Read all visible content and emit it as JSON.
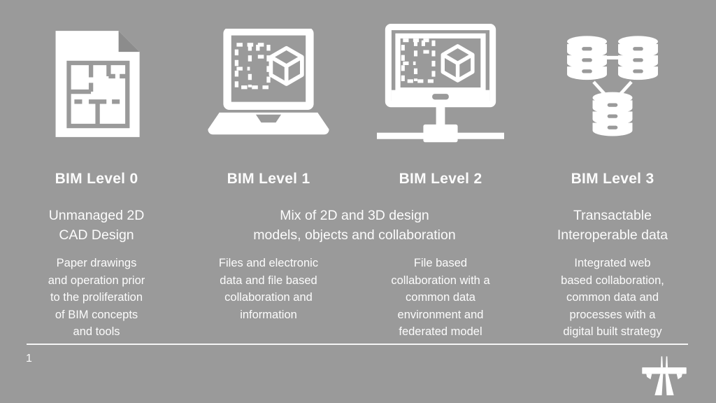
{
  "slide": {
    "background_color": "#9a9a9a",
    "text_color": "#ffffff"
  },
  "levels": [
    {
      "title": "BIM Level 0",
      "icon": "floor-plan-document-icon",
      "description": "Paper drawings\nand operation prior\nto the proliferation\nof BIM concepts\nand tools"
    },
    {
      "title": "BIM Level 1",
      "icon": "laptop-2d-3d-model-icon",
      "description": "Files and electronic\ndata and file based\ncollaboration and\ninformation"
    },
    {
      "title": "BIM Level 2",
      "icon": "networked-monitor-2d-3d-model-icon",
      "description": "File based\ncollaboration with a\ncommon data\nenvironment and\nfederated model"
    },
    {
      "title": "BIM Level 3",
      "icon": "linked-databases-icon",
      "description": "Integrated web\nbased collaboration,\ncommon data and\nprocesses with a\ndigital built strategy"
    }
  ],
  "subtitles": [
    {
      "text": "Unmanaged 2D\nCAD Design"
    },
    {
      "text": "Mix of 2D and 3D design\nmodels, objects and collaboration"
    },
    {
      "text": "Transactable\nInteroperable data"
    }
  ],
  "footer": {
    "page_number": "1",
    "logo_icon": "motorway-icon"
  }
}
